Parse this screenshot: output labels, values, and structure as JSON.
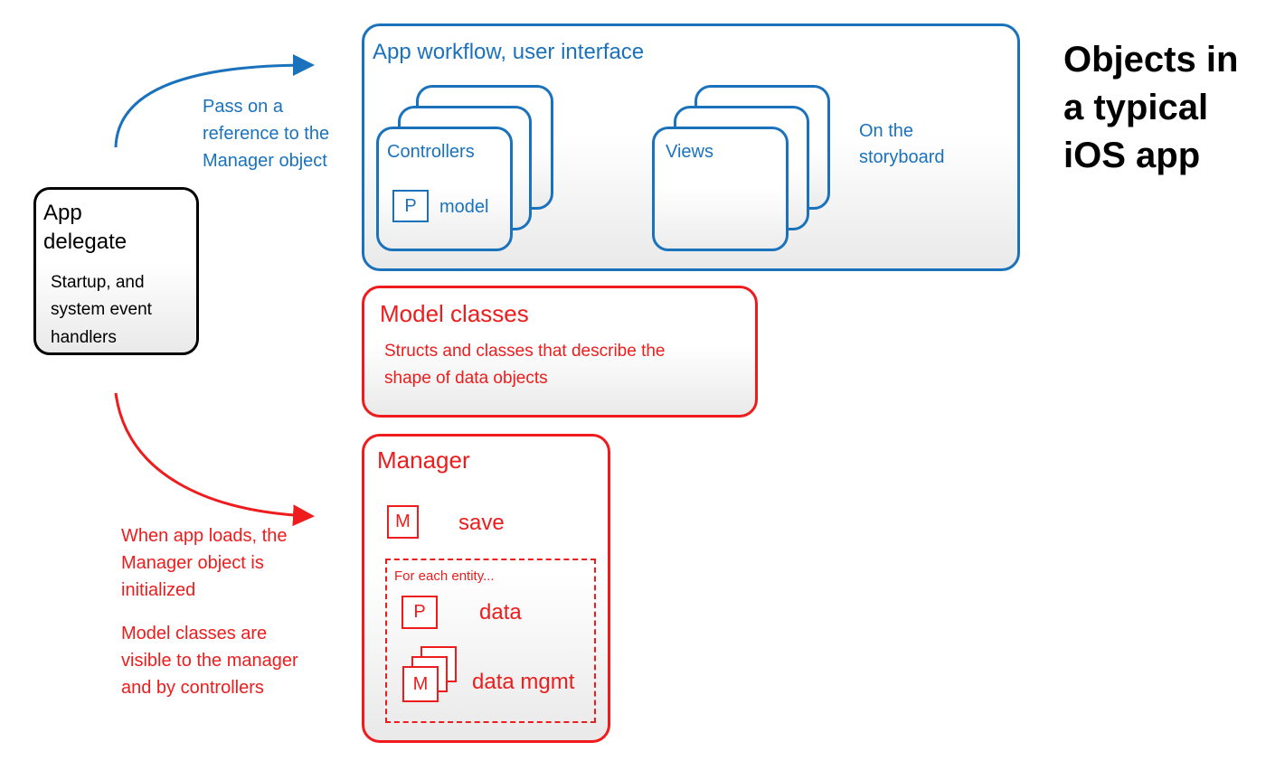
{
  "title": "Objects in\na typical\niOS app",
  "app_delegate": {
    "title": "App\ndelegate",
    "subtitle": "Startup, and\nsystem event\nhandlers"
  },
  "pass_reference_note": "Pass on a\nreference to the\nManager object",
  "app_workflow": {
    "title": "App workflow, user interface",
    "controllers_label": "Controllers",
    "controller_property_badge": "P",
    "controller_property_label": "model",
    "views_label": "Views",
    "storyboard_note": "On the\nstoryboard"
  },
  "model_classes": {
    "title": "Model classes",
    "description": "Structs and classes that describe the\nshape of data objects"
  },
  "manager": {
    "title": "Manager",
    "save_badge": "M",
    "save_label": "save",
    "entity_group_label": "For each entity...",
    "data_badge": "P",
    "data_label": "data",
    "mgmt_badge": "M",
    "mgmt_label": "data mgmt"
  },
  "app_load_note": "When app loads, the\nManager object is\ninitialized",
  "visibility_note": "Model classes are\nvisible to the manager\nand by controllers",
  "colors": {
    "blue": "#1a72bd",
    "red": "#ee1c1c",
    "black": "#000000"
  }
}
